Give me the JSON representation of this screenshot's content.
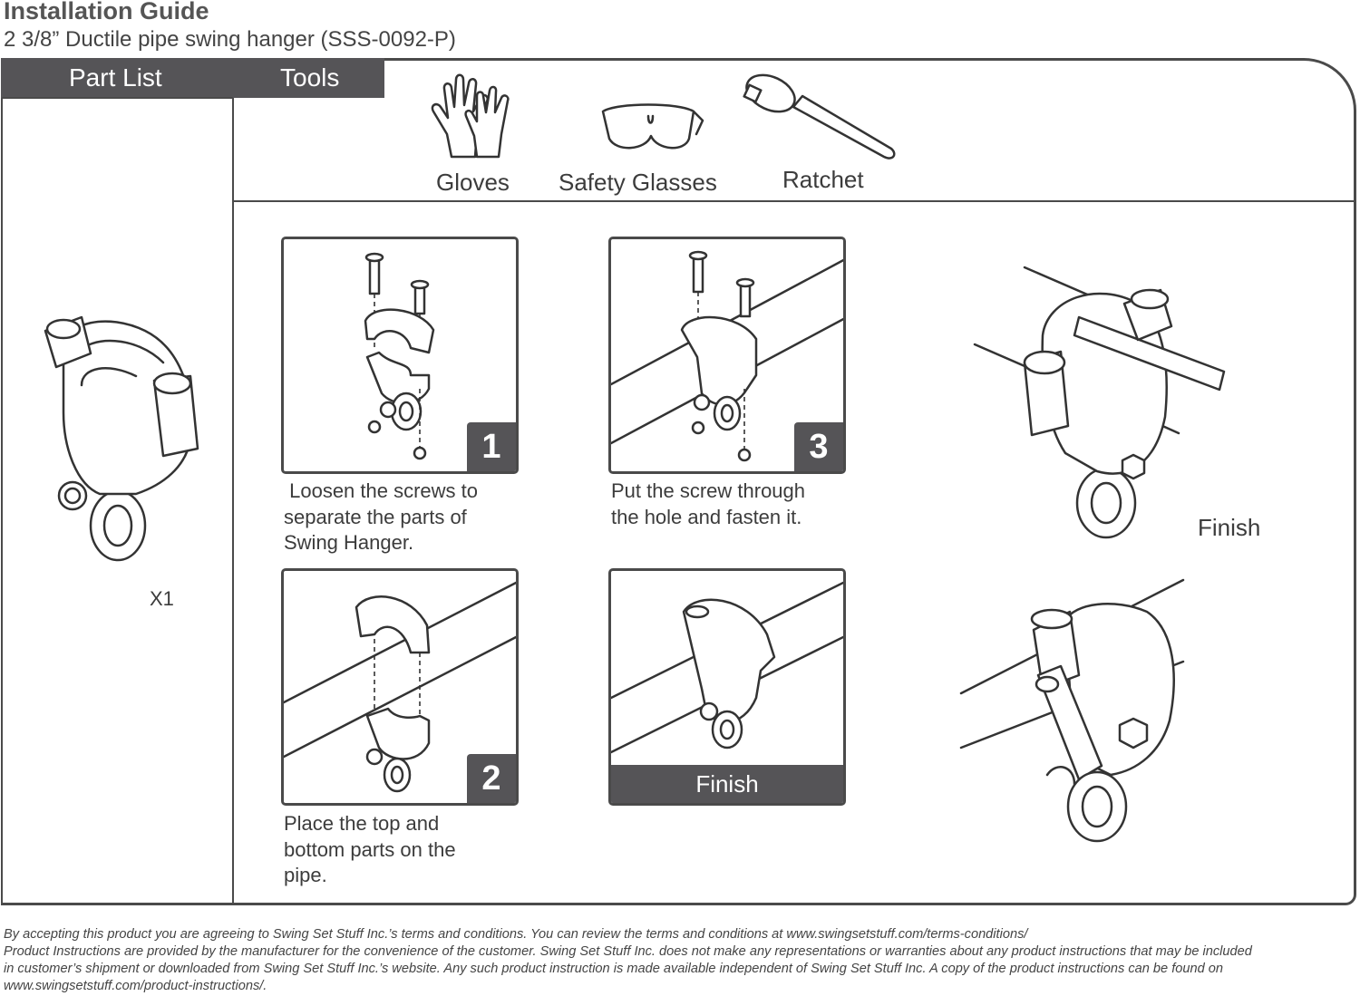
{
  "header": {
    "title": "Installation Guide",
    "subtitle": "2 3/8” Ductile pipe swing hanger (SSS-0092-P)"
  },
  "tabs": {
    "part_list": "Part List",
    "tools": "Tools"
  },
  "part_list": {
    "quantity": "X1",
    "icon": "swing-hanger-icon"
  },
  "tools": [
    {
      "label": "Gloves",
      "icon": "gloves-icon"
    },
    {
      "label": "Safety Glasses",
      "icon": "safety-glasses-icon"
    },
    {
      "label": "Ratchet",
      "icon": "ratchet-icon"
    }
  ],
  "steps": [
    {
      "number": "1",
      "caption": [
        " Loosen the screws to",
        "separate the parts of",
        "Swing Hanger."
      ]
    },
    {
      "number": "2",
      "caption": [
        "Place the top and",
        "bottom parts on the",
        "pipe."
      ]
    },
    {
      "number": "3",
      "caption": [
        "Put the screw through",
        "the hole and fasten it."
      ]
    },
    {
      "number": "",
      "finish_label": "Finish"
    }
  ],
  "finish_view": {
    "label": "Finish"
  },
  "footer": [
    "By accepting this product you are agreeing to Swing Set Stuff Inc.’s terms and conditions. You can review the terms and conditions at www.swingsetstuff.com/terms-conditions/",
    "Product Instructions are provided by the manufacturer for the convenience of the customer. Swing Set Stuff Inc. does not make any representations or warranties about any product instructions that may be included",
    "in customer’s shipment or downloaded from Swing Set Stuff Inc.’s website. Any such product instruction is made available independent of Swing Set Stuff Inc.  A copy of the product instructions can be found on",
    "www.swingsetstuff.com/product-instructions/."
  ],
  "colors": {
    "accent_gray": "#555457",
    "line": "#4a4a4a"
  }
}
